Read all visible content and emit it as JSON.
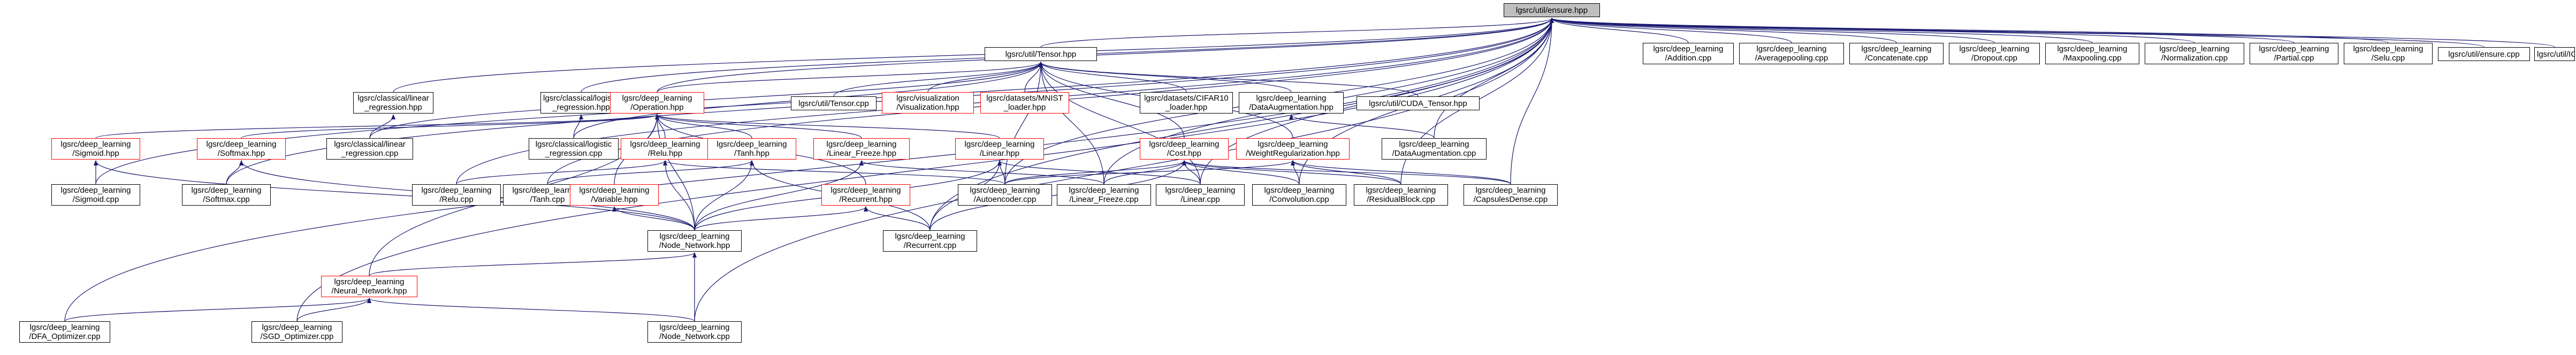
{
  "graph": {
    "edge_color": "#191970",
    "root_fill": "#bfbfbf",
    "truncated_border": "#ff0000",
    "nodes": [
      {
        "id": "root",
        "lines": [
          "lgsrc/util/ensure.hpp"
        ],
        "root": true
      },
      {
        "id": "tensor_hpp",
        "lines": [
          "lgsrc/util/Tensor.hpp"
        ]
      },
      {
        "id": "addition",
        "lines": [
          "lgsrc/deep_learning",
          "/Addition.cpp"
        ]
      },
      {
        "id": "averagepooling",
        "lines": [
          "lgsrc/deep_learning",
          "/Averagepooling.cpp"
        ]
      },
      {
        "id": "concatenate",
        "lines": [
          "lgsrc/deep_learning",
          "/Concatenate.cpp"
        ]
      },
      {
        "id": "dropout",
        "lines": [
          "lgsrc/deep_learning",
          "/Dropout.cpp"
        ]
      },
      {
        "id": "maxpooling",
        "lines": [
          "lgsrc/deep_learning",
          "/Maxpooling.cpp"
        ]
      },
      {
        "id": "normalization",
        "lines": [
          "lgsrc/deep_learning",
          "/Normalization.cpp"
        ]
      },
      {
        "id": "partial",
        "lines": [
          "lgsrc/deep_learning",
          "/Partial.cpp"
        ]
      },
      {
        "id": "selu",
        "lines": [
          "lgsrc/deep_learning",
          "/Selu.cpp"
        ]
      },
      {
        "id": "ensure_cpp",
        "lines": [
          "lgsrc/util/ensure.cpp"
        ]
      },
      {
        "id": "iodata",
        "lines": [
          "lgsrc/util/IOData.cpp"
        ]
      },
      {
        "id": "lin_reg_hpp",
        "lines": [
          "lgsrc/classical/linear",
          "_regression.hpp"
        ]
      },
      {
        "id": "log_reg_hpp",
        "lines": [
          "lgsrc/classical/logistic",
          "_regression.hpp"
        ]
      },
      {
        "id": "operation",
        "lines": [
          "lgsrc/deep_learning",
          "/Operation.hpp"
        ],
        "red": true
      },
      {
        "id": "tensor_cpp",
        "lines": [
          "lgsrc/util/Tensor.cpp"
        ]
      },
      {
        "id": "visualization",
        "lines": [
          "lgsrc/visualization",
          "/Visualization.hpp"
        ],
        "red": true
      },
      {
        "id": "mnist",
        "lines": [
          "lgsrc/datasets/MNIST",
          "_loader.hpp"
        ],
        "red": true
      },
      {
        "id": "cifar",
        "lines": [
          "lgsrc/datasets/CIFAR10",
          "_loader.hpp"
        ]
      },
      {
        "id": "data_aug_hpp",
        "lines": [
          "lgsrc/deep_learning",
          "/DataAugmentation.hpp"
        ]
      },
      {
        "id": "cuda_tensor",
        "lines": [
          "lgsrc/util/CUDA_Tensor.hpp"
        ]
      },
      {
        "id": "lin_reg_cpp",
        "lines": [
          "lgsrc/classical/linear",
          "_regression.cpp"
        ]
      },
      {
        "id": "log_reg_cpp",
        "lines": [
          "lgsrc/classical/logistic",
          "_regression.cpp"
        ]
      },
      {
        "id": "sigmoid_hpp",
        "lines": [
          "lgsrc/deep_learning",
          "/Sigmoid.hpp"
        ],
        "red": true
      },
      {
        "id": "softmax_hpp",
        "lines": [
          "lgsrc/deep_learning",
          "/Softmax.hpp"
        ],
        "red": true
      },
      {
        "id": "relu_hpp",
        "lines": [
          "lgsrc/deep_learning",
          "/Relu.hpp"
        ],
        "red": true
      },
      {
        "id": "tanh_hpp",
        "lines": [
          "lgsrc/deep_learning",
          "/Tanh.hpp"
        ],
        "red": true
      },
      {
        "id": "linear_freeze_hpp",
        "lines": [
          "lgsrc/deep_learning",
          "/Linear_Freeze.hpp"
        ],
        "red": true
      },
      {
        "id": "linear_hpp",
        "lines": [
          "lgsrc/deep_learning",
          "/Linear.hpp"
        ],
        "red": true
      },
      {
        "id": "cost_hpp",
        "lines": [
          "lgsrc/deep_learning",
          "/Cost.hpp"
        ],
        "red": true
      },
      {
        "id": "weightreg_hpp",
        "lines": [
          "lgsrc/deep_learning",
          "/WeightRegularization.hpp"
        ],
        "red": true
      },
      {
        "id": "data_aug_cpp",
        "lines": [
          "lgsrc/deep_learning",
          "/DataAugmentation.cpp"
        ]
      },
      {
        "id": "sigmoid_cpp",
        "lines": [
          "lgsrc/deep_learning",
          "/Sigmoid.cpp"
        ]
      },
      {
        "id": "softmax_cpp",
        "lines": [
          "lgsrc/deep_learning",
          "/Softmax.cpp"
        ]
      },
      {
        "id": "relu_cpp",
        "lines": [
          "lgsrc/deep_learning",
          "/Relu.cpp"
        ]
      },
      {
        "id": "tanh_cpp",
        "lines": [
          "lgsrc/deep_learning",
          "/Tanh.cpp"
        ]
      },
      {
        "id": "variable_hpp",
        "lines": [
          "lgsrc/deep_learning",
          "/Variable.hpp"
        ],
        "red": true
      },
      {
        "id": "recurrent_hpp",
        "lines": [
          "lgsrc/deep_learning",
          "/Recurrent.hpp"
        ],
        "red": true
      },
      {
        "id": "autoencoder_cpp",
        "lines": [
          "lgsrc/deep_learning",
          "/Autoencoder.cpp"
        ]
      },
      {
        "id": "linear_freeze_cpp",
        "lines": [
          "lgsrc/deep_learning",
          "/Linear_Freeze.cpp"
        ]
      },
      {
        "id": "linear_cpp",
        "lines": [
          "lgsrc/deep_learning",
          "/Linear.cpp"
        ]
      },
      {
        "id": "convolution_cpp",
        "lines": [
          "lgsrc/deep_learning",
          "/Convolution.cpp"
        ]
      },
      {
        "id": "residualblock_cpp",
        "lines": [
          "lgsrc/deep_learning",
          "/ResidualBlock.cpp"
        ]
      },
      {
        "id": "capsulesdense_cpp",
        "lines": [
          "lgsrc/deep_learning",
          "/CapsulesDense.cpp"
        ]
      },
      {
        "id": "node_network_hpp",
        "lines": [
          "lgsrc/deep_learning",
          "/Node_Network.hpp"
        ]
      },
      {
        "id": "recurrent_cpp",
        "lines": [
          "lgsrc/deep_learning",
          "/Recurrent.cpp"
        ]
      },
      {
        "id": "neural_network_hpp",
        "lines": [
          "lgsrc/deep_learning",
          "/Neural_Network.hpp"
        ],
        "red": true
      },
      {
        "id": "dfa_optimizer",
        "lines": [
          "lgsrc/deep_learning",
          "/DFA_Optimizer.cpp"
        ]
      },
      {
        "id": "sgd_optimizer",
        "lines": [
          "lgsrc/deep_learning",
          "/SGD_Optimizer.cpp"
        ]
      },
      {
        "id": "node_network_cpp",
        "lines": [
          "lgsrc/deep_learning",
          "/Node_Network.cpp"
        ]
      }
    ],
    "edges": [
      [
        "root",
        "tensor_hpp"
      ],
      [
        "root",
        "addition"
      ],
      [
        "root",
        "averagepooling"
      ],
      [
        "root",
        "concatenate"
      ],
      [
        "root",
        "dropout"
      ],
      [
        "root",
        "maxpooling"
      ],
      [
        "root",
        "normalization"
      ],
      [
        "root",
        "partial"
      ],
      [
        "root",
        "selu"
      ],
      [
        "root",
        "ensure_cpp"
      ],
      [
        "root",
        "iodata"
      ],
      [
        "root",
        "lin_reg_hpp"
      ],
      [
        "root",
        "log_reg_hpp"
      ],
      [
        "root",
        "operation"
      ],
      [
        "root",
        "sigmoid_cpp"
      ],
      [
        "root",
        "softmax_cpp"
      ],
      [
        "root",
        "relu_cpp"
      ],
      [
        "root",
        "tanh_cpp"
      ],
      [
        "root",
        "autoencoder_cpp"
      ],
      [
        "root",
        "linear_freeze_cpp"
      ],
      [
        "root",
        "linear_cpp"
      ],
      [
        "root",
        "convolution_cpp"
      ],
      [
        "root",
        "residualblock_cpp"
      ],
      [
        "root",
        "capsulesdense_cpp"
      ],
      [
        "root",
        "recurrent_cpp"
      ],
      [
        "root",
        "data_aug_cpp"
      ],
      [
        "root",
        "dfa_optimizer"
      ],
      [
        "root",
        "sgd_optimizer"
      ],
      [
        "root",
        "node_network_cpp"
      ],
      [
        "tensor_hpp",
        "tensor_cpp"
      ],
      [
        "tensor_hpp",
        "visualization"
      ],
      [
        "tensor_hpp",
        "mnist"
      ],
      [
        "tensor_hpp",
        "cifar"
      ],
      [
        "tensor_hpp",
        "data_aug_hpp"
      ],
      [
        "tensor_hpp",
        "cuda_tensor"
      ],
      [
        "tensor_hpp",
        "operation"
      ],
      [
        "tensor_hpp",
        "lin_reg_cpp"
      ],
      [
        "tensor_hpp",
        "log_reg_cpp"
      ],
      [
        "tensor_hpp",
        "cost_hpp"
      ],
      [
        "tensor_hpp",
        "weightreg_hpp"
      ],
      [
        "tensor_hpp",
        "autoencoder_cpp"
      ],
      [
        "tensor_hpp",
        "linear_freeze_cpp"
      ],
      [
        "tensor_hpp",
        "linear_cpp"
      ],
      [
        "lin_reg_hpp",
        "lin_reg_cpp"
      ],
      [
        "log_reg_hpp",
        "log_reg_cpp"
      ],
      [
        "data_aug_hpp",
        "data_aug_cpp"
      ],
      [
        "operation",
        "sigmoid_hpp"
      ],
      [
        "operation",
        "softmax_hpp"
      ],
      [
        "operation",
        "relu_hpp"
      ],
      [
        "operation",
        "tanh_hpp"
      ],
      [
        "operation",
        "linear_freeze_hpp"
      ],
      [
        "operation",
        "linear_hpp"
      ],
      [
        "operation",
        "variable_hpp"
      ],
      [
        "operation",
        "recurrent_hpp"
      ],
      [
        "operation",
        "node_network_hpp"
      ],
      [
        "operation",
        "neural_network_hpp"
      ],
      [
        "sigmoid_hpp",
        "sigmoid_cpp"
      ],
      [
        "sigmoid_hpp",
        "node_network_hpp"
      ],
      [
        "softmax_hpp",
        "softmax_cpp"
      ],
      [
        "softmax_hpp",
        "node_network_hpp"
      ],
      [
        "relu_hpp",
        "relu_cpp"
      ],
      [
        "relu_hpp",
        "node_network_hpp"
      ],
      [
        "relu_hpp",
        "autoencoder_cpp"
      ],
      [
        "tanh_hpp",
        "tanh_cpp"
      ],
      [
        "tanh_hpp",
        "node_network_hpp"
      ],
      [
        "tanh_hpp",
        "recurrent_cpp"
      ],
      [
        "linear_freeze_hpp",
        "linear_freeze_cpp"
      ],
      [
        "linear_freeze_hpp",
        "node_network_hpp"
      ],
      [
        "linear_hpp",
        "linear_cpp"
      ],
      [
        "linear_hpp",
        "node_network_hpp"
      ],
      [
        "linear_hpp",
        "recurrent_cpp"
      ],
      [
        "linear_hpp",
        "autoencoder_cpp"
      ],
      [
        "cost_hpp",
        "autoencoder_cpp"
      ],
      [
        "cost_hpp",
        "linear_freeze_cpp"
      ],
      [
        "cost_hpp",
        "linear_cpp"
      ],
      [
        "cost_hpp",
        "convolution_cpp"
      ],
      [
        "cost_hpp",
        "residualblock_cpp"
      ],
      [
        "cost_hpp",
        "capsulesdense_cpp"
      ],
      [
        "cost_hpp",
        "recurrent_cpp"
      ],
      [
        "weightreg_hpp",
        "autoencoder_cpp"
      ],
      [
        "weightreg_hpp",
        "convolution_cpp"
      ],
      [
        "weightreg_hpp",
        "residualblock_cpp"
      ],
      [
        "weightreg_hpp",
        "capsulesdense_cpp"
      ],
      [
        "variable_hpp",
        "node_network_hpp"
      ],
      [
        "recurrent_hpp",
        "node_network_hpp"
      ],
      [
        "recurrent_hpp",
        "recurrent_cpp"
      ],
      [
        "node_network_hpp",
        "neural_network_hpp"
      ],
      [
        "node_network_hpp",
        "node_network_cpp"
      ],
      [
        "neural_network_hpp",
        "dfa_optimizer"
      ],
      [
        "neural_network_hpp",
        "sgd_optimizer"
      ],
      [
        "neural_network_hpp",
        "node_network_cpp"
      ]
    ]
  }
}
